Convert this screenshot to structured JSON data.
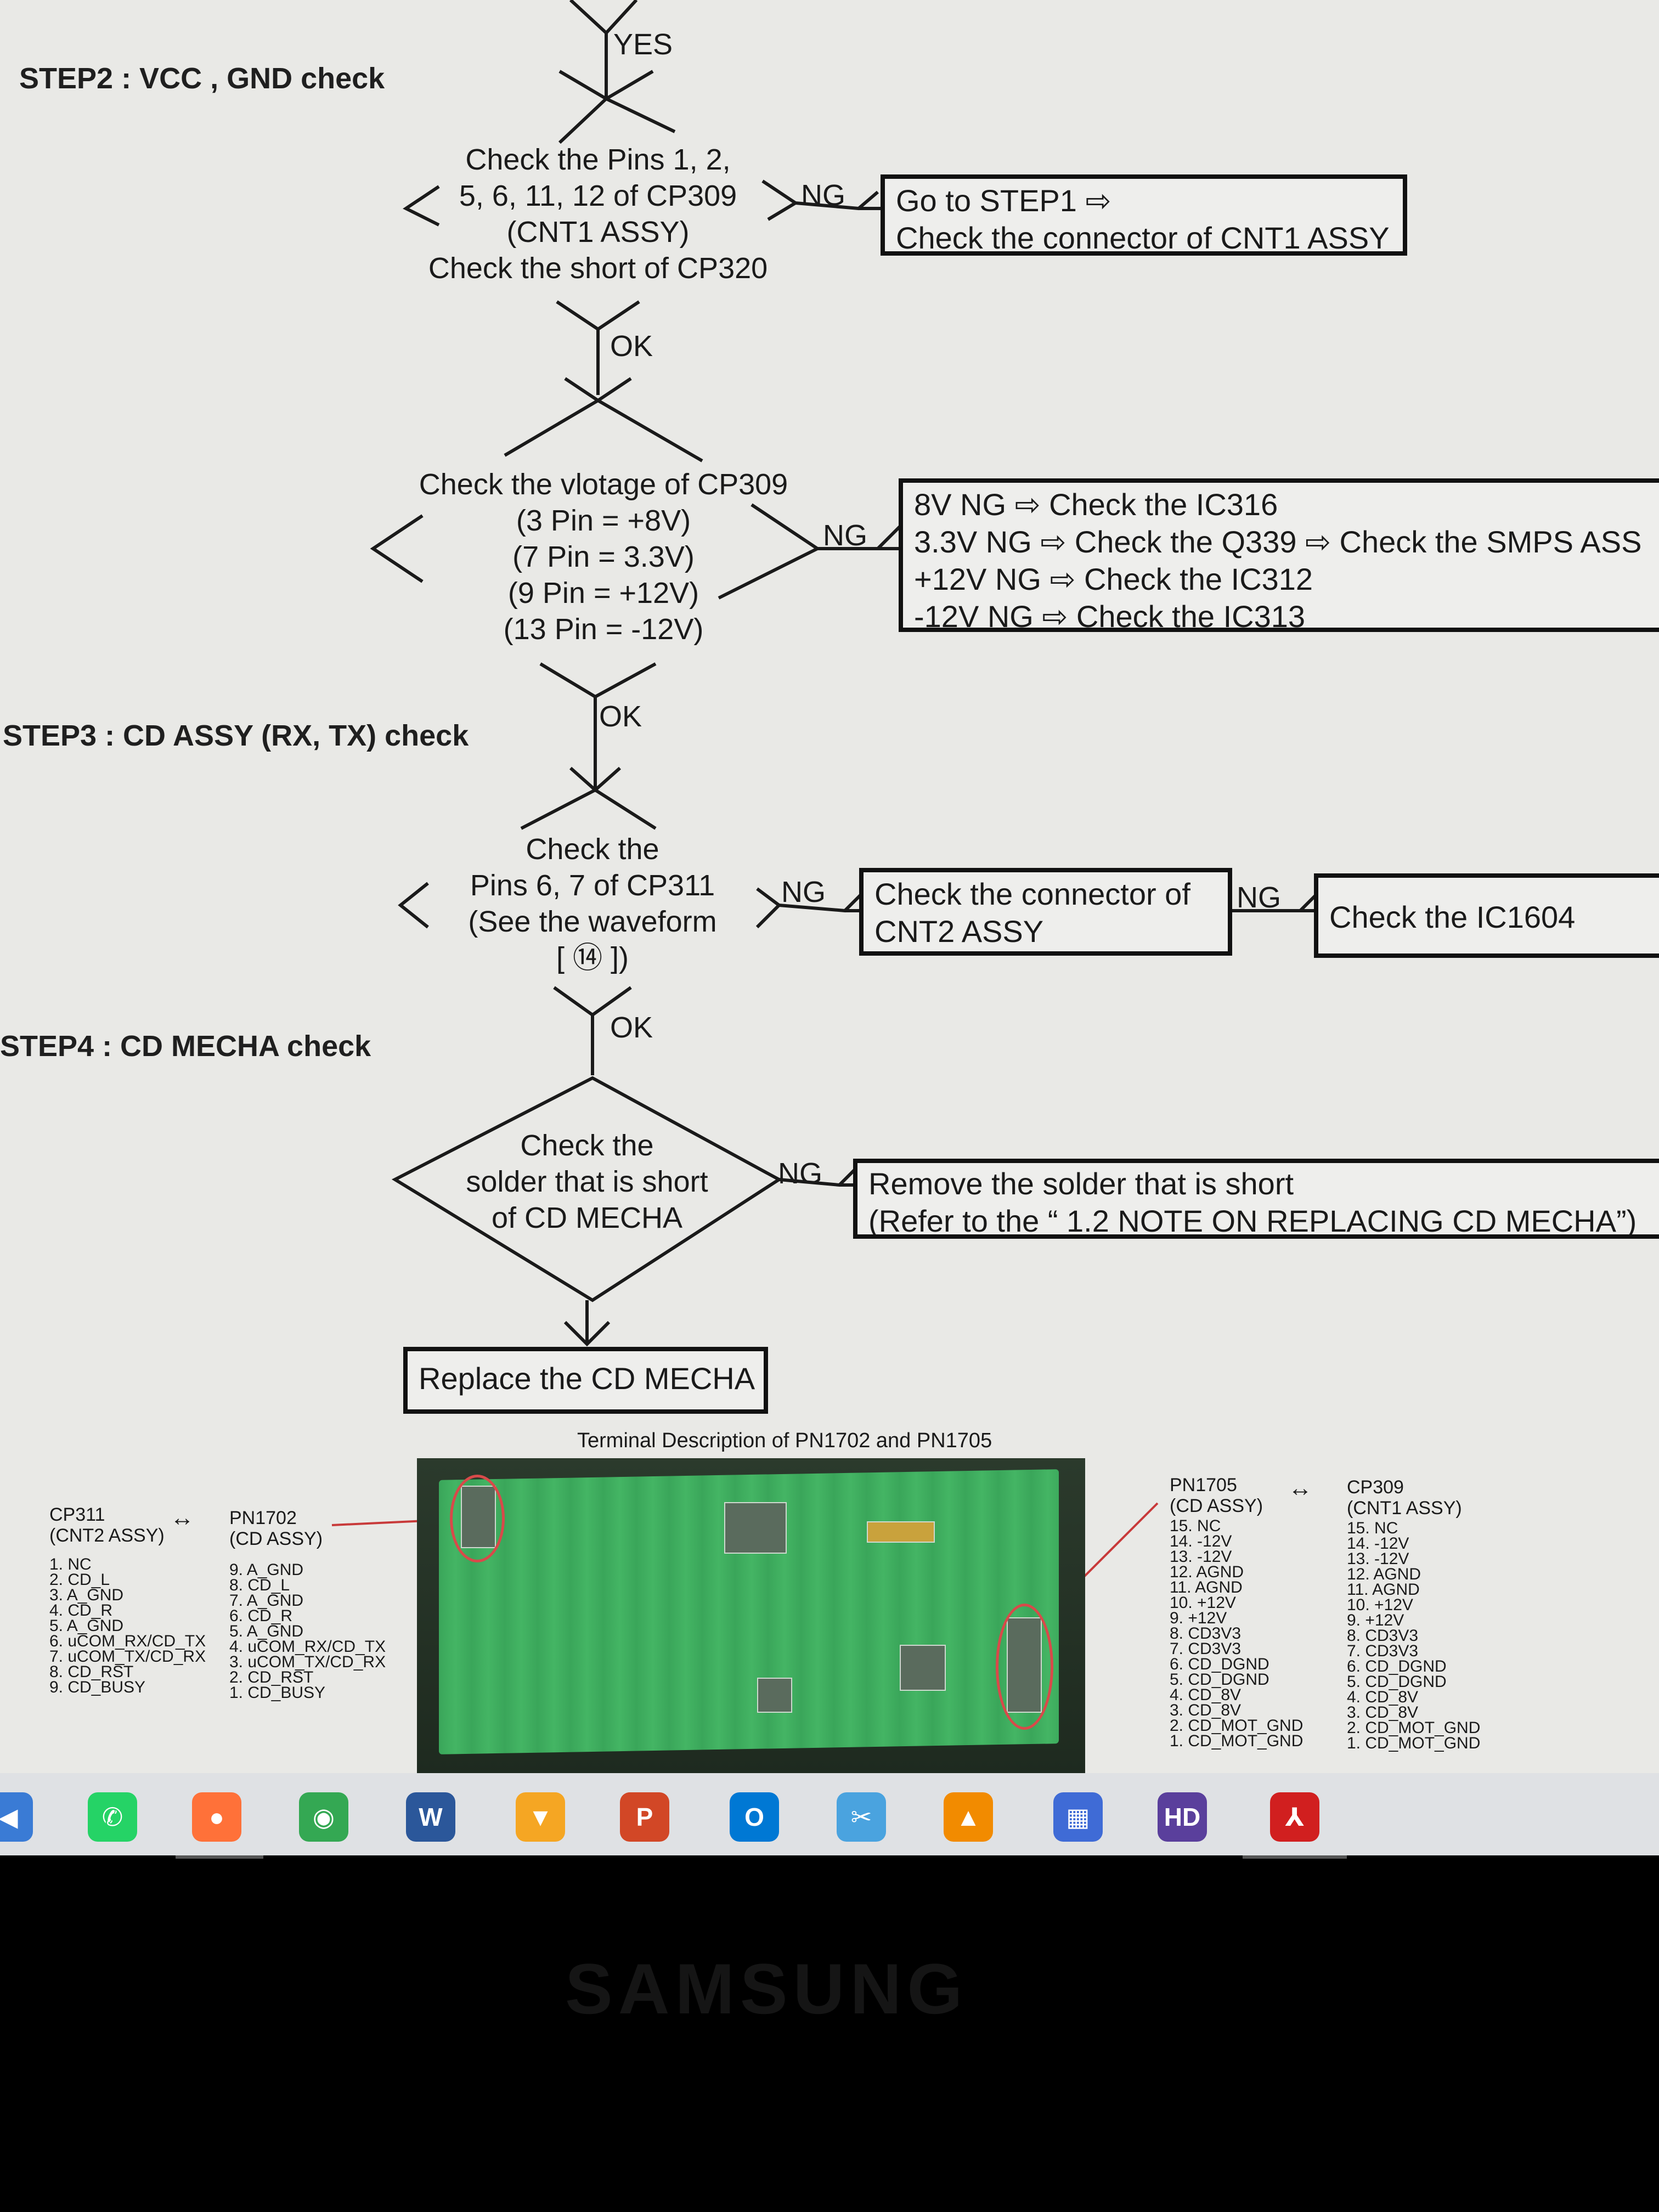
{
  "steps": {
    "step2": "STEP2 : VCC , GND check",
    "step3": "STEP3 : CD ASSY (RX, TX) check",
    "step4": "STEP4 : CD MECHA check"
  },
  "labels": {
    "yes": "YES",
    "ok": "OK",
    "ng": "NG"
  },
  "decisions": {
    "d1": [
      "Check the Pins 1, 2,",
      "5, 6, 11, 12 of CP309",
      "(CNT1 ASSY)",
      "Check the short of CP320"
    ],
    "d2": [
      "Check the vlotage of CP309",
      "(3 Pin = +8V)",
      "(7 Pin = 3.3V)",
      "(9 Pin = +12V)",
      "(13 Pin  = -12V)"
    ],
    "d3": [
      "Check the",
      "Pins 6, 7 of CP311",
      "(See the waveform",
      "[ ⑭ ])"
    ],
    "d4": [
      "Check the",
      "solder that is short",
      "of CD MECHA"
    ]
  },
  "boxes": {
    "b1": [
      "Go to STEP1 ⇨",
      "Check the connector of CNT1 ASSY"
    ],
    "b2": [
      "8V NG ⇨ Check the IC316",
      "3.3V NG ⇨ Check the Q339 ⇨ Check the SMPS ASS",
      "+12V NG ⇨ Check the IC312",
      "-12V NG ⇨ Check the IC313"
    ],
    "b3": [
      "Check the connector of",
      "CNT2 ASSY"
    ],
    "b4": [
      "Check the IC1604"
    ],
    "b5": [
      "Remove the solder that is short",
      "(Refer to the “ 1.2 NOTE ON REPLACING CD MECHA”)"
    ],
    "b6": [
      "Replace the CD MECHA"
    ]
  },
  "terminal": {
    "title": "Terminal Description of PN1702 and PN1705",
    "arrow": "↔",
    "left_a": {
      "head": [
        "CP311",
        "(CNT2 ASSY)"
      ],
      "pins": [
        "1. NC",
        "2. CD_L",
        "3. A_GND",
        "4. CD_R",
        "5. A_GND",
        "6. uCOM_RX/CD_TX",
        "7. uCOM_TX/CD_RX",
        "8. CD_RST",
        "9. CD_BUSY"
      ]
    },
    "left_b": {
      "head": [
        "PN1702",
        "(CD ASSY)"
      ],
      "pins": [
        "9. A_GND",
        "8. CD_L",
        "7. A_GND",
        "6. CD_R",
        "5. A_GND",
        "4. uCOM_RX/CD_TX",
        "3. uCOM_TX/CD_RX",
        "2. CD_RST",
        "1. CD_BUSY"
      ]
    },
    "right_a": {
      "head": [
        "PN1705",
        "(CD ASSY)"
      ],
      "pins": [
        "15. NC",
        "14. -12V",
        "13. -12V",
        "12. AGND",
        "11. AGND",
        "10. +12V",
        "9. +12V",
        "8. CD3V3",
        "7. CD3V3",
        "6. CD_DGND",
        "5. CD_DGND",
        "4. CD_8V",
        "3. CD_8V",
        "2. CD_MOT_GND",
        "1. CD_MOT_GND"
      ]
    },
    "right_b": {
      "head": [
        "CP309",
        "(CNT1 ASSY)"
      ],
      "pins": [
        "15. NC",
        "14. -12V",
        "13. -12V",
        "12. AGND",
        "11. AGND",
        "10. +12V",
        "9. +12V",
        "8. CD3V3",
        "7. CD3V3",
        "6. CD_DGND",
        "5. CD_DGND",
        "4. CD_8V",
        "3. CD_8V",
        "2. CD_MOT_GND",
        "1. CD_MOT_GND"
      ]
    }
  },
  "taskbar": [
    {
      "name": "whatsapp-icon",
      "glyph": "✆",
      "color": "#25d366"
    },
    {
      "name": "firefox-icon",
      "glyph": "●",
      "color": "#ff7139"
    },
    {
      "name": "chrome-icon",
      "glyph": "◉",
      "color": "#34a853"
    },
    {
      "name": "word-icon",
      "glyph": "W",
      "color": "#2b579a"
    },
    {
      "name": "vpn-icon",
      "glyph": "▼",
      "color": "#f5a623"
    },
    {
      "name": "powerpoint-icon",
      "glyph": "P",
      "color": "#d24726"
    },
    {
      "name": "outlook-icon",
      "glyph": "O",
      "color": "#0078d4"
    },
    {
      "name": "snipping-icon",
      "glyph": "✂",
      "color": "#4aa3df"
    },
    {
      "name": "vlc-icon",
      "glyph": "▲",
      "color": "#f28b00"
    },
    {
      "name": "calculator-icon",
      "glyph": "▦",
      "color": "#3f6bd6"
    },
    {
      "name": "winrar-icon",
      "glyph": "HD",
      "color": "#5a3f9c"
    },
    {
      "name": "acrobat-icon",
      "glyph": "⅄",
      "color": "#d11f1f"
    }
  ],
  "monitor_brand": "SAMSUNG"
}
